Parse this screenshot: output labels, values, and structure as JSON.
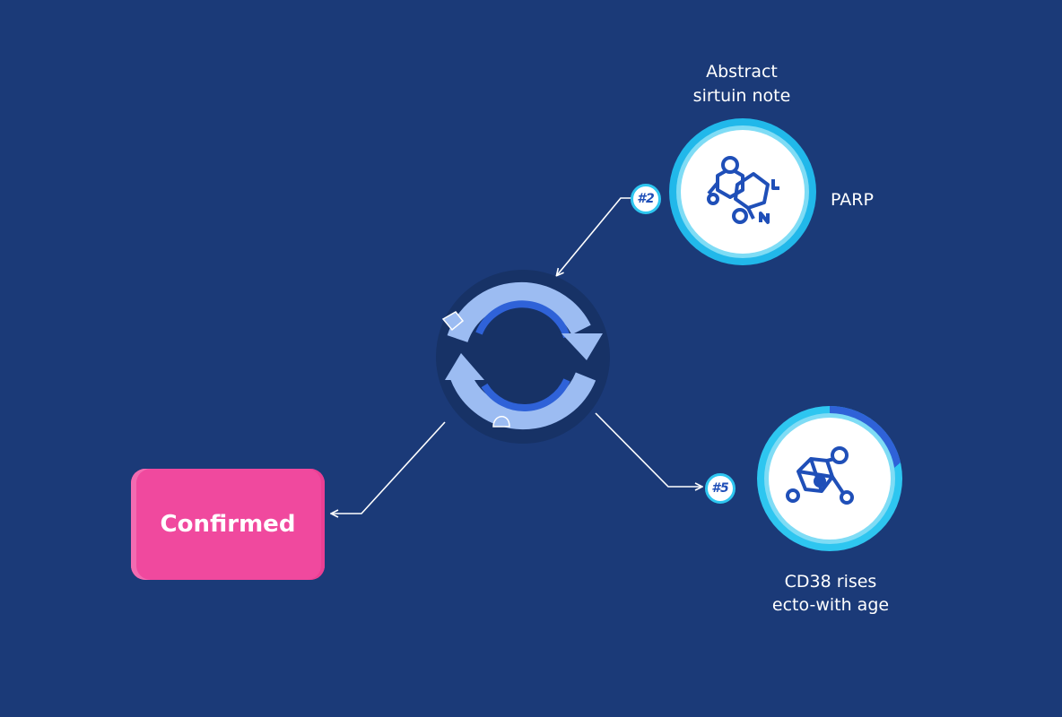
{
  "colors": {
    "background": "#1b3a78",
    "ring": "#2ec6f0",
    "icon": "#1f4fb8",
    "confirmed": "#f0499e",
    "cycle_light": "#9cbcf2",
    "cycle_dark": "#2f62d8"
  },
  "nodes": {
    "top": {
      "caption_line_1": "Abstract",
      "caption_line_2": "sirtuin note",
      "side_label": "PARP",
      "badge": "#2",
      "icon": "molecule-icon"
    },
    "bottom": {
      "caption_line_1": "CD38 rises",
      "caption_line_2": "ecto-with age",
      "badge": "#5",
      "icon": "molecule-icon"
    },
    "center": {
      "icon": "cycle-arrows-icon"
    },
    "result": {
      "label": "Confirmed"
    }
  }
}
